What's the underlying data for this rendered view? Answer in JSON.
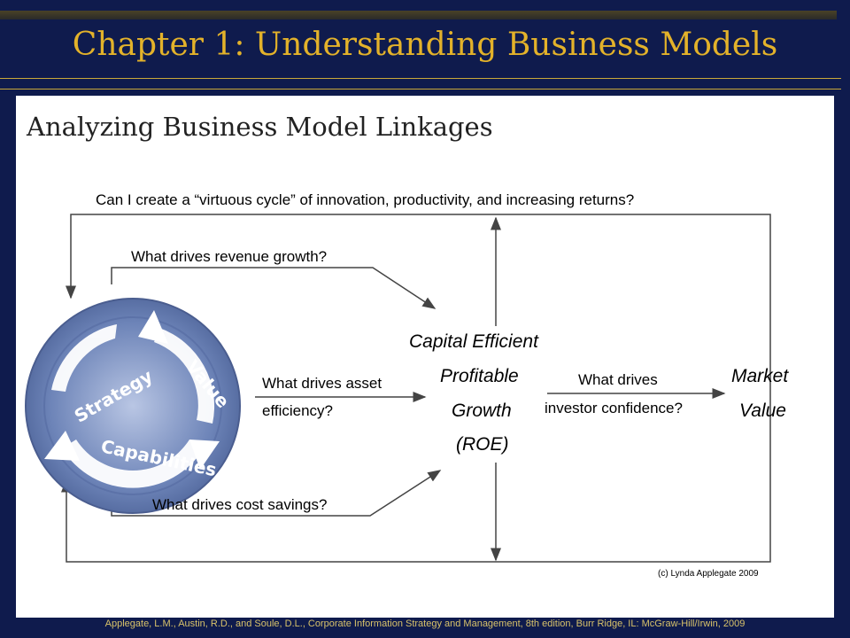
{
  "slide": {
    "title": "Chapter 1: Understanding Business Models",
    "subtitle": "Analyzing Business Model Linkages",
    "footer": "Applegate, L.M., Austin, R.D., and Soule, D.L., Corporate Information Strategy and Management, 8th edition, Burr Ridge, IL: McGraw-Hill/Irwin,  2009"
  },
  "diagram": {
    "cycle_question": "Can I create a “virtuous cycle” of innovation, productivity, and increasing returns?",
    "revenue_question": "What drives revenue growth?",
    "asset_question_1": "What drives asset",
    "asset_question_2": "efficiency?",
    "cost_question": "What drives cost savings?",
    "center_1": "Capital Efficient",
    "center_2": "Profitable",
    "center_3": "Growth",
    "center_4": "(ROE)",
    "investor_1": "What drives",
    "investor_2": "investor confidence?",
    "market_1": "Market",
    "market_2": "Value",
    "wheel_strategy": "Strategy",
    "wheel_value": "Value",
    "wheel_capabilities": "Capabilities",
    "copyright": "(c) Lynda Applegate 2009"
  }
}
